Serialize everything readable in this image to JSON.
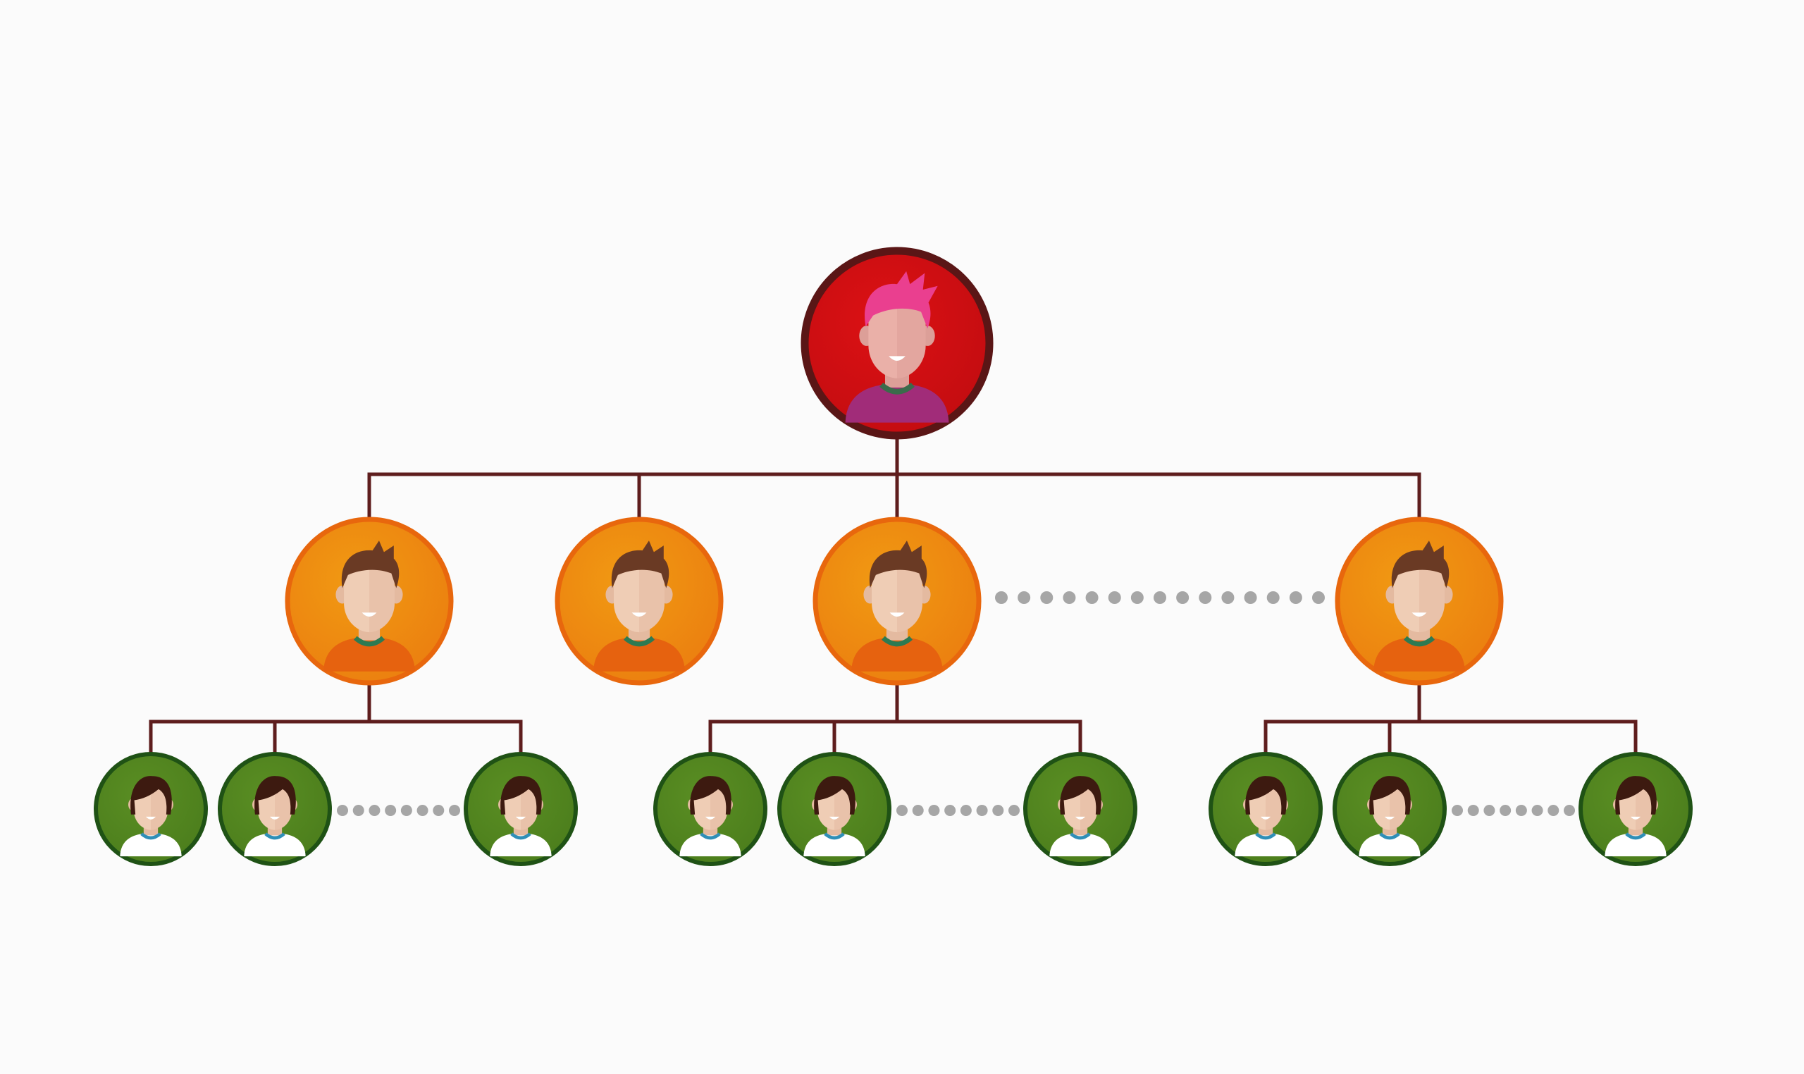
{
  "colors": {
    "background": "#fbfbfb",
    "connector": "#5e1d1d",
    "dots": "#a6a6a6",
    "root": {
      "border": "#5a1616",
      "fill": "#dc1114",
      "fill_edge": "#c20c10",
      "hair": "#ea3f8f",
      "shirt": "#a12c79",
      "skin": "#eab0a8",
      "skin_shade": "#dc9f98",
      "collar": "#3b6b4b"
    },
    "manager": {
      "border": "#e8670d",
      "fill": "#f19a12",
      "fill_edge": "#eb7e10",
      "hair": "#6a3a24",
      "shirt": "#e6620f",
      "skin": "#efcdb5",
      "skin_shade": "#e4baa0",
      "collar": "#2d7a52"
    },
    "staff": {
      "border": "#1f5215",
      "fill": "#5a8e23",
      "fill_edge": "#4b7d1c",
      "hair": "#3d1a10",
      "shirt": "#ffffff",
      "skin": "#efcdb5",
      "skin_shade": "#e4baa0",
      "collar": "#2f8fb7"
    }
  },
  "icons": {
    "root": "person-avatar-icon",
    "manager": "person-avatar-icon",
    "staff": "person-avatar-icon",
    "more": "ellipsis-dots-icon"
  },
  "hierarchy": {
    "root": {
      "role": "root"
    },
    "managers": [
      {
        "role": "manager",
        "children": 3,
        "hidden_children": true
      },
      {
        "role": "manager",
        "children": 0,
        "hidden_children": false
      },
      {
        "role": "manager",
        "children": 3,
        "hidden_children": true
      },
      {
        "role": "manager",
        "children": 3,
        "hidden_children": true
      }
    ],
    "hidden_managers_between": [
      3,
      4
    ]
  }
}
